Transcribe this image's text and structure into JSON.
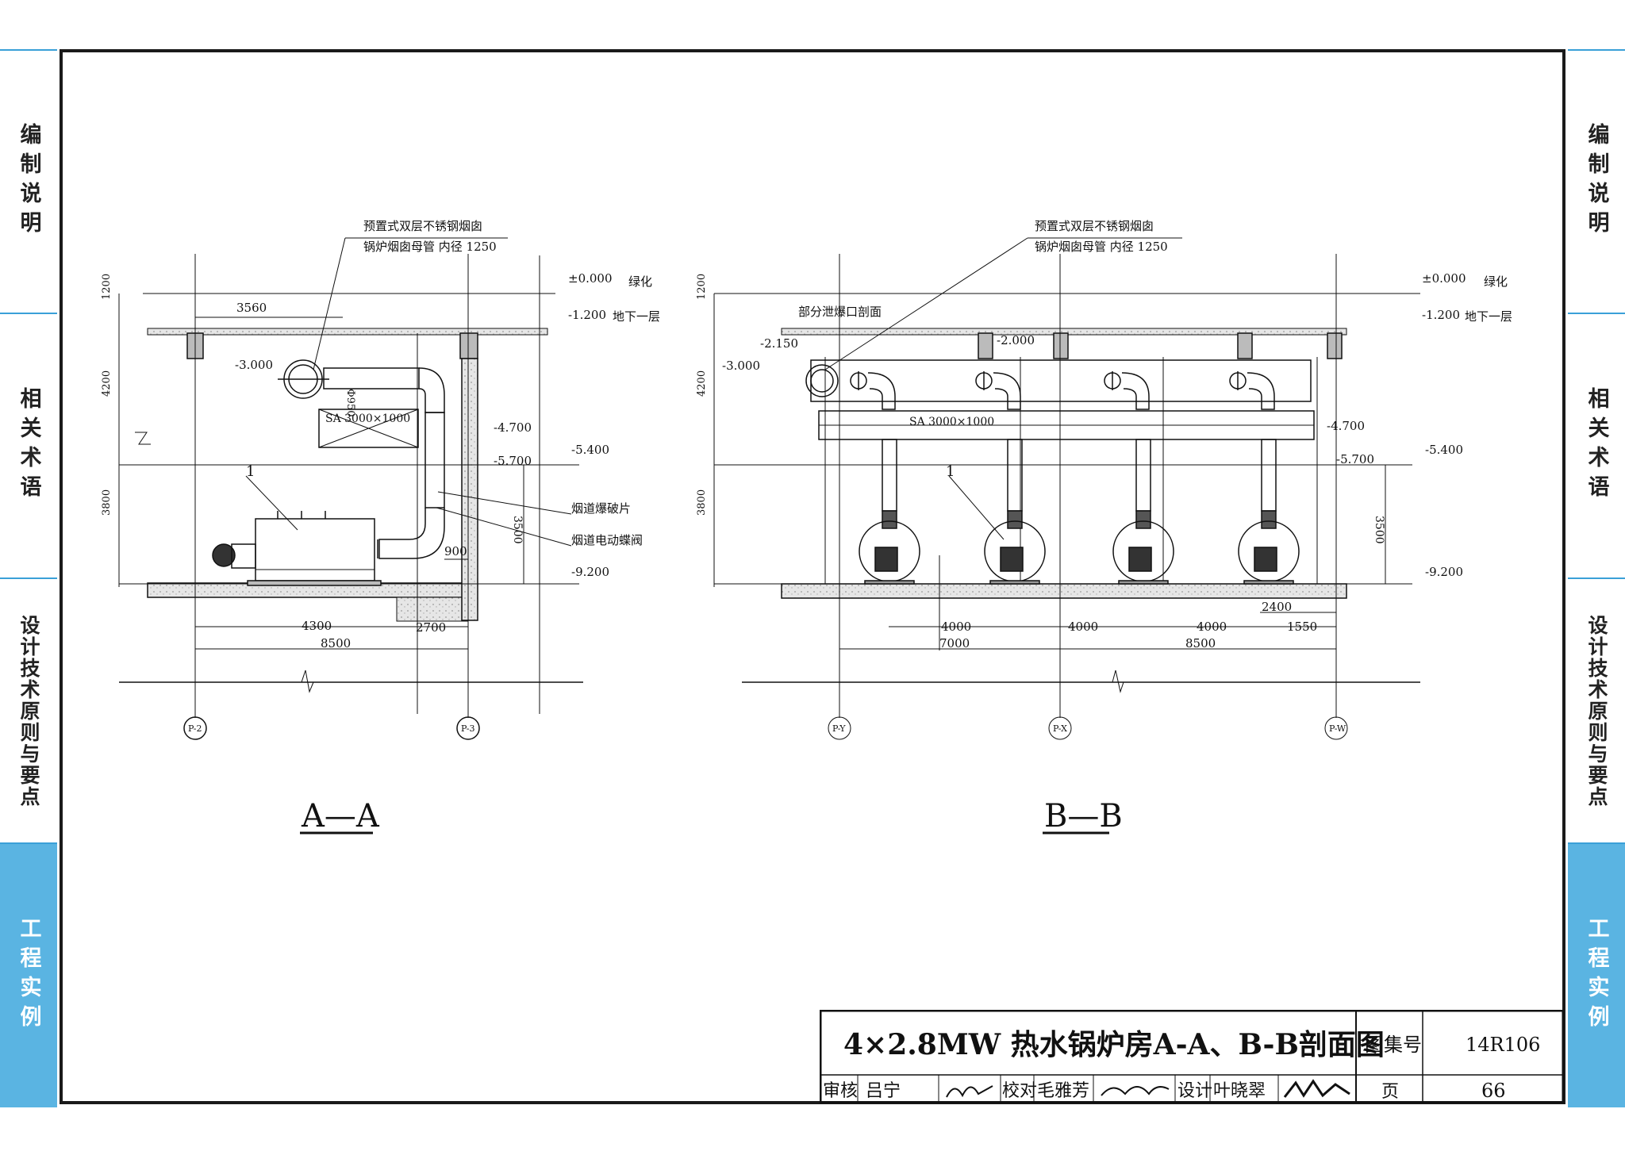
{
  "side_tabs": [
    "编制说明",
    "相关术语",
    "设计技术原则与要点",
    "工程实例"
  ],
  "active_tab_index": 3,
  "accent_color": "#5ab4e2",
  "section_aa": {
    "title": "A—A",
    "note_chimney": "预置式双层不锈钢烟囱",
    "note_header": "锅炉烟囱母管 内径 1250",
    "elev_ground": "±0.000",
    "elev_ground_note": "绿化",
    "elev_b1": "-1.200",
    "elev_b1_note": "地下一层",
    "elev_m3000": "-3.000",
    "elev_m4700": "-4.700",
    "elev_m5700": "-5.700",
    "elev_m5400": "-5.400",
    "elev_m9200": "-9.200",
    "dim_1200": "1200",
    "dim_4200": "4200",
    "dim_3800": "3800",
    "dim_3560": "3560",
    "dim_950": "Φ950",
    "duct_label": "SA 3000×1000",
    "dim_3500": "3500",
    "dim_900": "900",
    "dim_4300": "4300",
    "dim_2700": "2700",
    "dim_8500": "8500",
    "label_burst": "烟道爆破片",
    "label_valve": "烟道电动蝶阀",
    "item_1": "1",
    "axis_left": "P-2",
    "axis_right": "P-3"
  },
  "section_bb": {
    "title": "B—B",
    "note_chimney": "预置式双层不锈钢烟囱",
    "note_header": "锅炉烟囱母管 内径 1250",
    "note_relief": "部分泄爆口剖面",
    "elev_ground": "±0.000",
    "elev_ground_note": "绿化",
    "elev_b1": "-1.200",
    "elev_b1_note": "地下一层",
    "elev_m2150": "-2.150",
    "elev_m2000": "-2.000",
    "elev_m3000": "-3.000",
    "elev_m4700": "-4.700",
    "elev_m5700": "-5.700",
    "elev_m5400": "-5.400",
    "elev_m9200": "-9.200",
    "dim_1200": "1200",
    "dim_4200": "4200",
    "dim_3800": "3800",
    "duct_label": "SA 3000×1000",
    "dim_3500": "3500",
    "dim_2400": "2400",
    "dim_4000a": "4000",
    "dim_4000b": "4000",
    "dim_4000c": "4000",
    "dim_1550": "1550",
    "dim_7000": "7000",
    "dim_8500": "8500",
    "item_1": "1",
    "axis_left": "P-Y",
    "axis_mid": "P-X",
    "axis_right": "P-W"
  },
  "title_block": {
    "drawing_title": "4×2.8MW 热水锅炉房A-A、B-B剖面图",
    "atlas_label": "图集号",
    "atlas_no": "14R106",
    "review_label": "审核",
    "reviewer": "吕宁",
    "check_label": "校对",
    "checker": "毛雅芳",
    "design_label": "设计",
    "designer": "叶晓翠",
    "page_label": "页",
    "page_no": "66"
  }
}
